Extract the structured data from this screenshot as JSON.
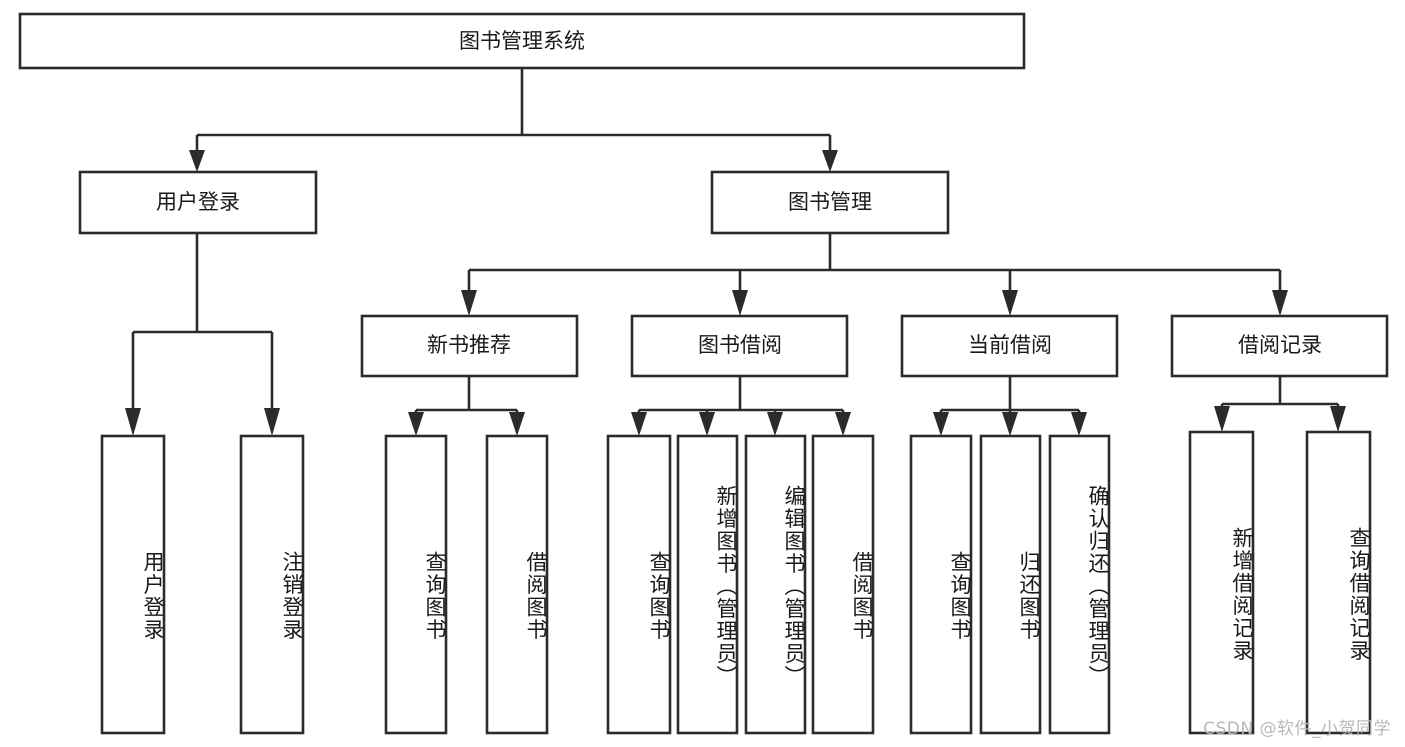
{
  "diagram": {
    "title": "图书管理系统",
    "type": "tree-hierarchy",
    "watermark": "CSDN @软件_小贺同学",
    "root": {
      "id": "root",
      "label": "图书管理系统"
    },
    "level1": [
      {
        "id": "user-login",
        "label": "用户登录"
      },
      {
        "id": "book-manage",
        "label": "图书管理"
      }
    ],
    "level2": [
      {
        "id": "new-book-recommend",
        "label": "新书推荐",
        "parent": "book-manage"
      },
      {
        "id": "book-borrow",
        "label": "图书借阅",
        "parent": "book-manage"
      },
      {
        "id": "current-borrow",
        "label": "当前借阅",
        "parent": "book-manage"
      },
      {
        "id": "borrow-record",
        "label": "借阅记录",
        "parent": "book-manage"
      }
    ],
    "leaves": [
      {
        "id": "leaf-user-login",
        "label": "用户登录",
        "parent": "user-login"
      },
      {
        "id": "leaf-user-logout",
        "label": "注销登录",
        "parent": "user-login"
      },
      {
        "id": "leaf-query-book-1",
        "label": "查询图书",
        "parent": "new-book-recommend"
      },
      {
        "id": "leaf-borrow-book-1",
        "label": "借阅图书",
        "parent": "new-book-recommend"
      },
      {
        "id": "leaf-query-book-2",
        "label": "查询图书",
        "parent": "book-borrow"
      },
      {
        "id": "leaf-add-book",
        "label": "新增图书（管理员）",
        "parent": "book-borrow"
      },
      {
        "id": "leaf-edit-book",
        "label": "编辑图书（管理员）",
        "parent": "book-borrow"
      },
      {
        "id": "leaf-borrow-book-2",
        "label": "借阅图书",
        "parent": "book-borrow"
      },
      {
        "id": "leaf-query-book-3",
        "label": "查询图书",
        "parent": "current-borrow"
      },
      {
        "id": "leaf-return-book",
        "label": "归还图书",
        "parent": "current-borrow"
      },
      {
        "id": "leaf-confirm-return",
        "label": "确认归还（管理员）",
        "parent": "current-borrow"
      },
      {
        "id": "leaf-add-record",
        "label": "新增借阅记录",
        "parent": "borrow-record"
      },
      {
        "id": "leaf-query-record",
        "label": "查询借阅记录",
        "parent": "borrow-record"
      }
    ],
    "colors": {
      "stroke": "#2b2b2b",
      "fill": "#ffffff",
      "text": "#1a1a1a",
      "watermark": "#b9b9b9"
    }
  }
}
